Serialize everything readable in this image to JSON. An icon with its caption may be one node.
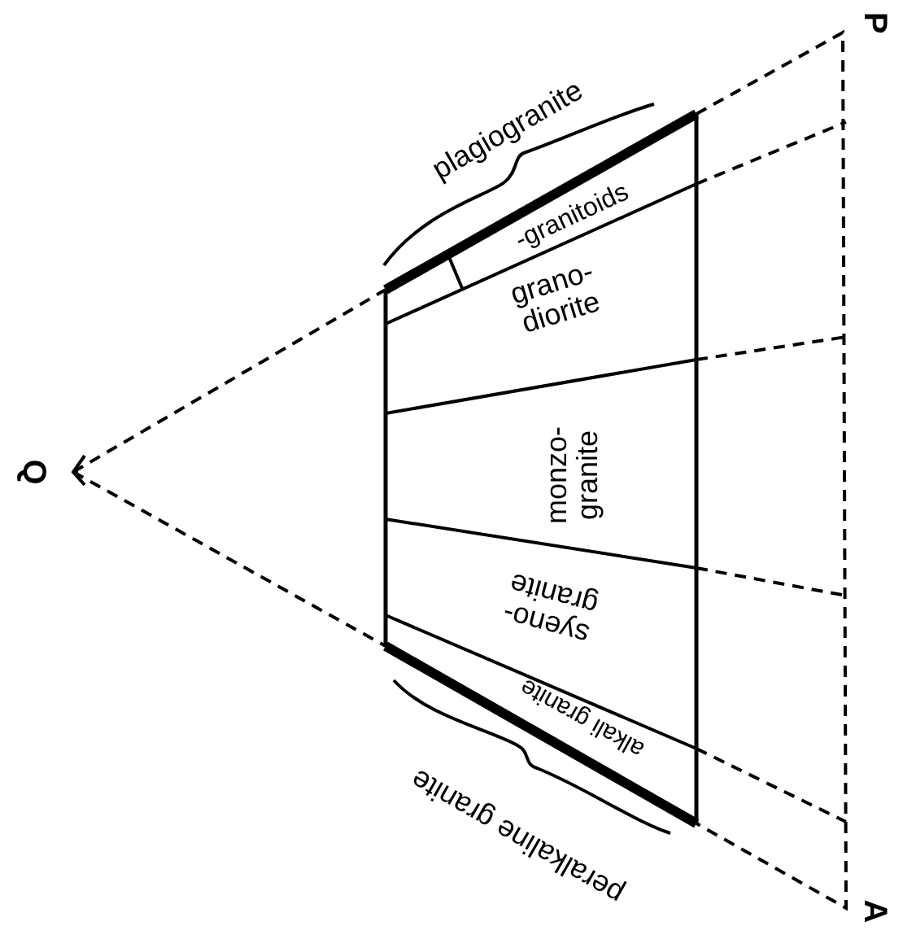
{
  "diagram": {
    "labels": [
      "P",
      "Q",
      "A",
      "plagiogranite",
      "-granitoids",
      "grano- diorite",
      "monzo- granite",
      "syeno- granite",
      "alkali granite",
      "peralkaline granite"
    ]
  }
}
